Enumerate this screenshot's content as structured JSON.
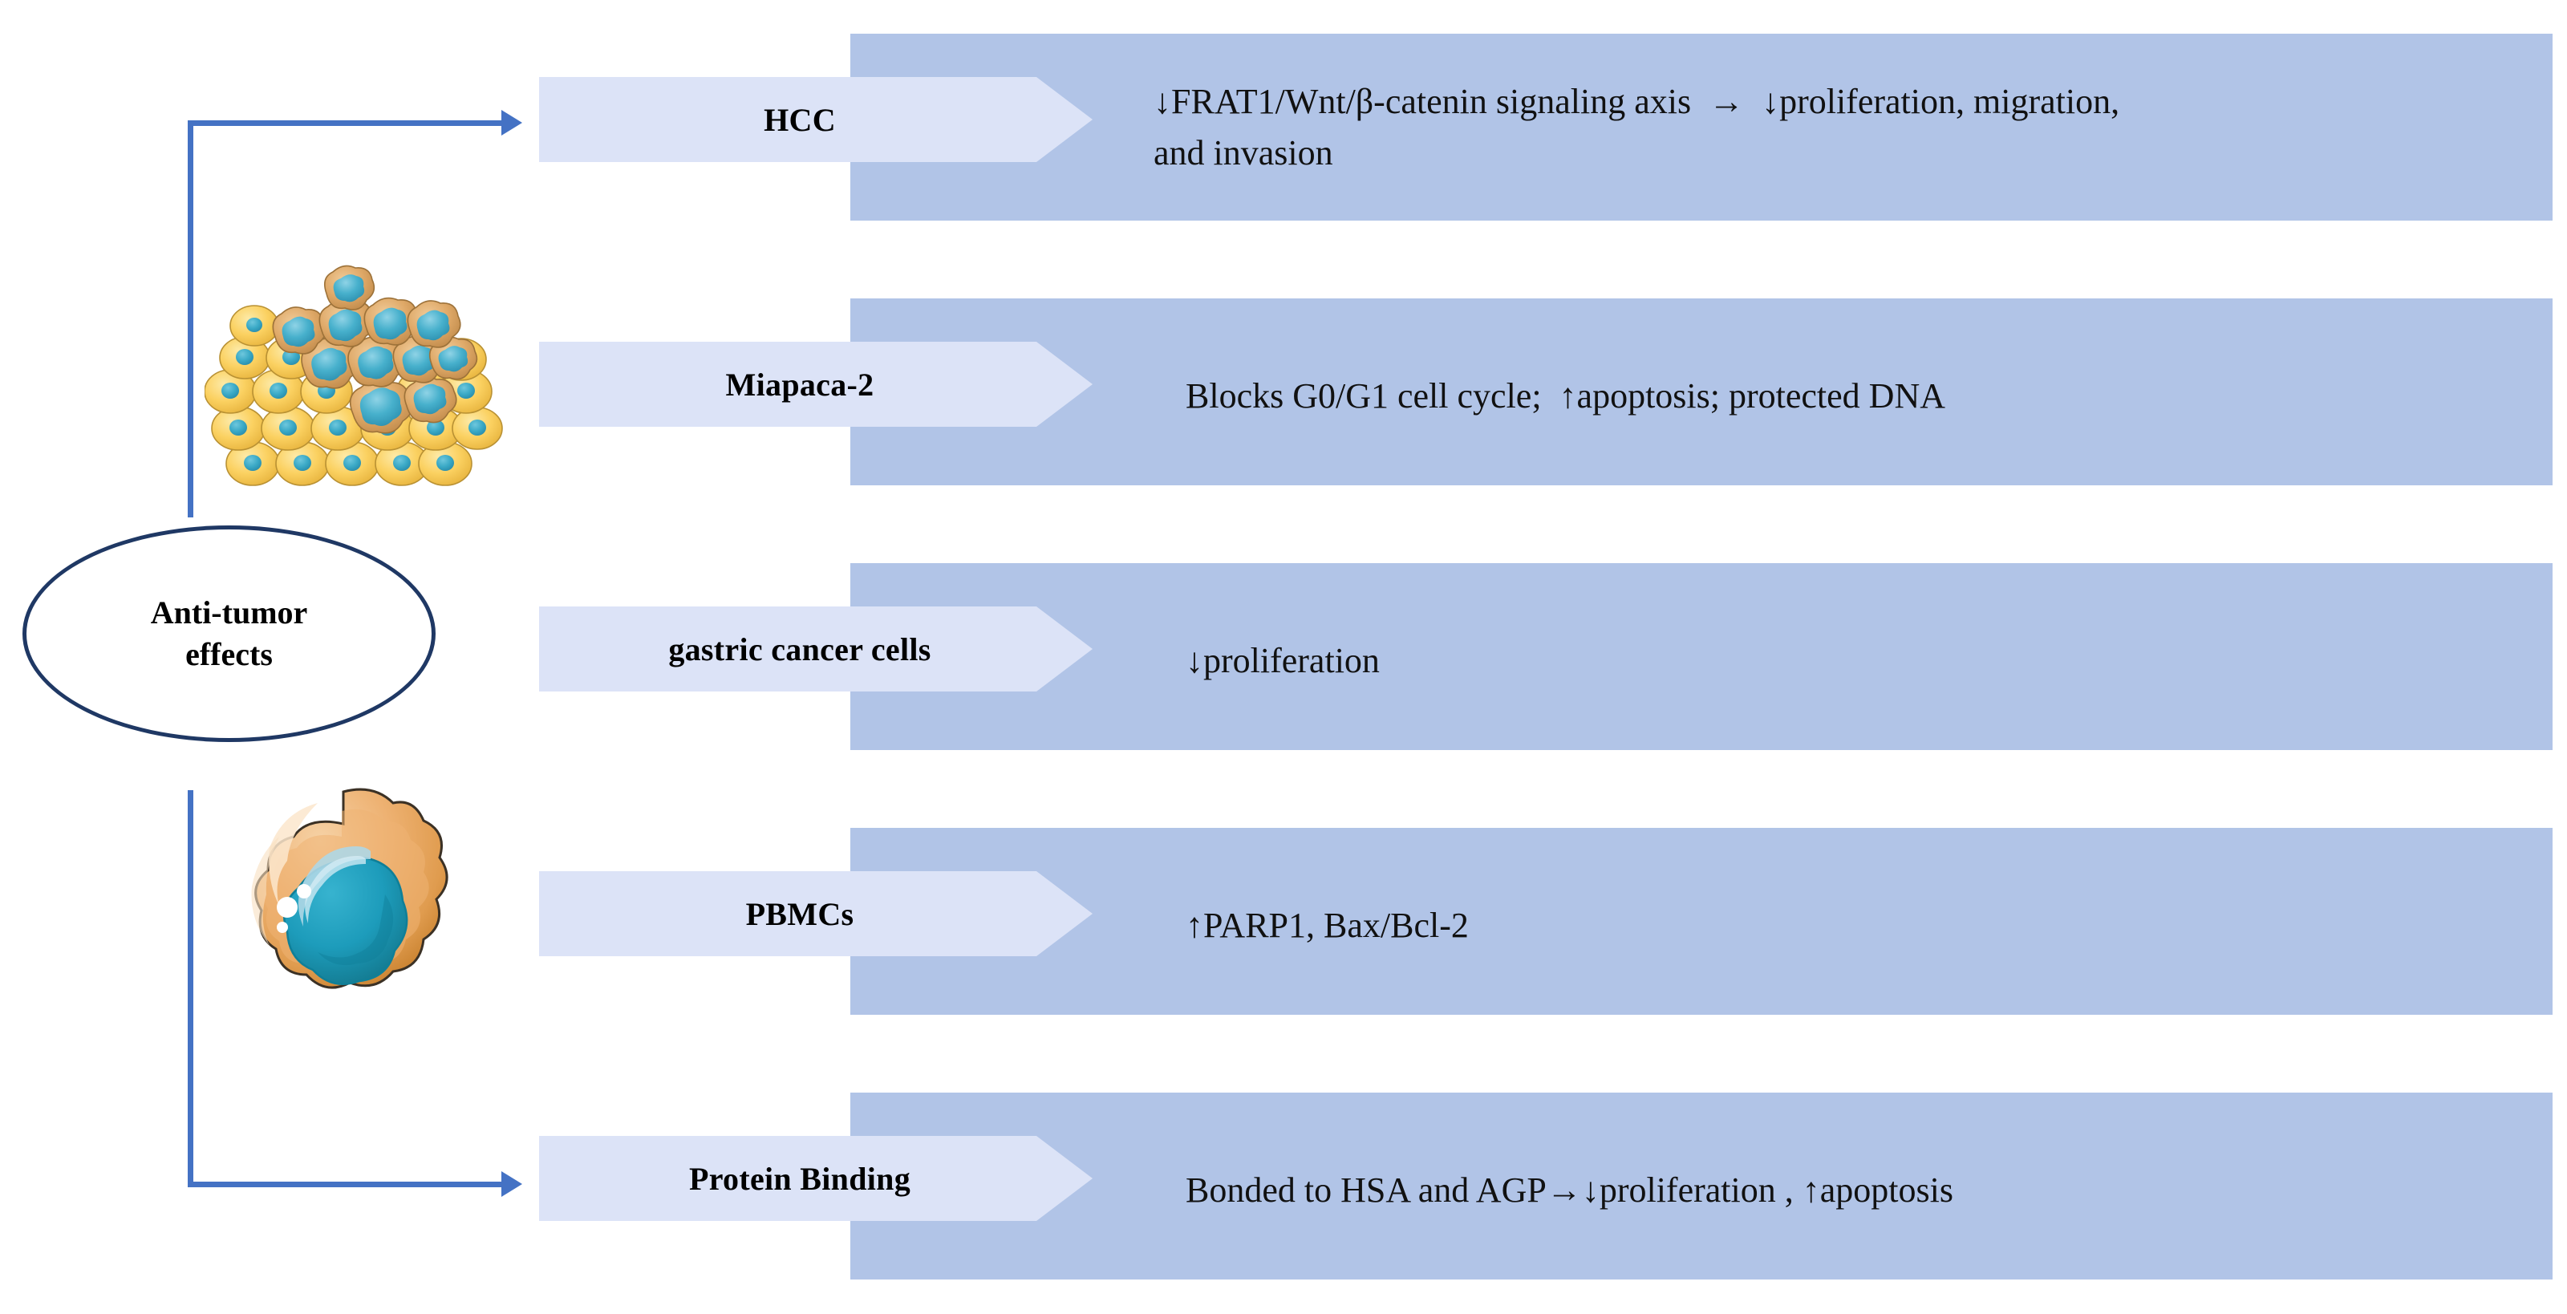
{
  "diagram": {
    "title_node": {
      "label": "Anti-tumor\neffects",
      "line1": "Anti-tumor",
      "line2": "effects",
      "border_color": "#1f3864",
      "fill_color": "#ffffff"
    },
    "colors": {
      "band": "#b1c4e7",
      "chevron": "#dce3f7",
      "connector": "#4472c4",
      "ellipse_border": "#1f3864",
      "text": "#000000",
      "cell_cytoplasm": "#e8a95a",
      "cell_nucleus": "#2ba0bf",
      "tumor_cell_light": "#fcd978",
      "tumor_cell_dark": "#dda96a"
    },
    "rows": [
      {
        "label": "HCC",
        "description": "↓FRAT1/Wnt/β-catenin signaling axis  →  ↓proliferation, migration,\nand invasion",
        "has_arrow_connector": true
      },
      {
        "label": "Miapaca-2",
        "description": "Blocks G0/G1 cell cycle;  ↑apoptosis; protected DNA",
        "has_arrow_connector": false
      },
      {
        "label": "gastric cancer cells",
        "description": "↓proliferation",
        "has_arrow_connector": false
      },
      {
        "label": "PBMCs",
        "description": "↑PARP1, Bax/Bcl-2",
        "has_arrow_connector": false
      },
      {
        "label": "Protein Binding",
        "description": "Bonded to HSA and AGP→↓proliferation , ↑apoptosis",
        "has_arrow_connector": true
      }
    ],
    "illustrations": [
      {
        "name": "tumor-cell-cluster",
        "alt": "cluster of tumor cells with blue nuclei"
      },
      {
        "name": "pbmc-cell",
        "alt": "single peripheral blood mononuclear cell"
      }
    ]
  }
}
